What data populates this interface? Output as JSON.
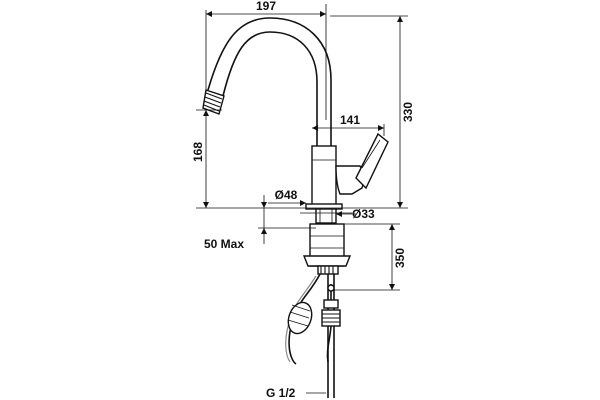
{
  "drawing": {
    "line_color": "#111111",
    "background": "#ffffff",
    "dimensions": {
      "spout_reach": "197",
      "total_height": "330",
      "handle_offset": "141",
      "spout_height": "168",
      "base_diameter": "Ø48",
      "hole_diameter": "Ø33",
      "max_deck_thickness": "50 Max",
      "hose_length": "350",
      "connection_thread": "G 1/2"
    }
  }
}
